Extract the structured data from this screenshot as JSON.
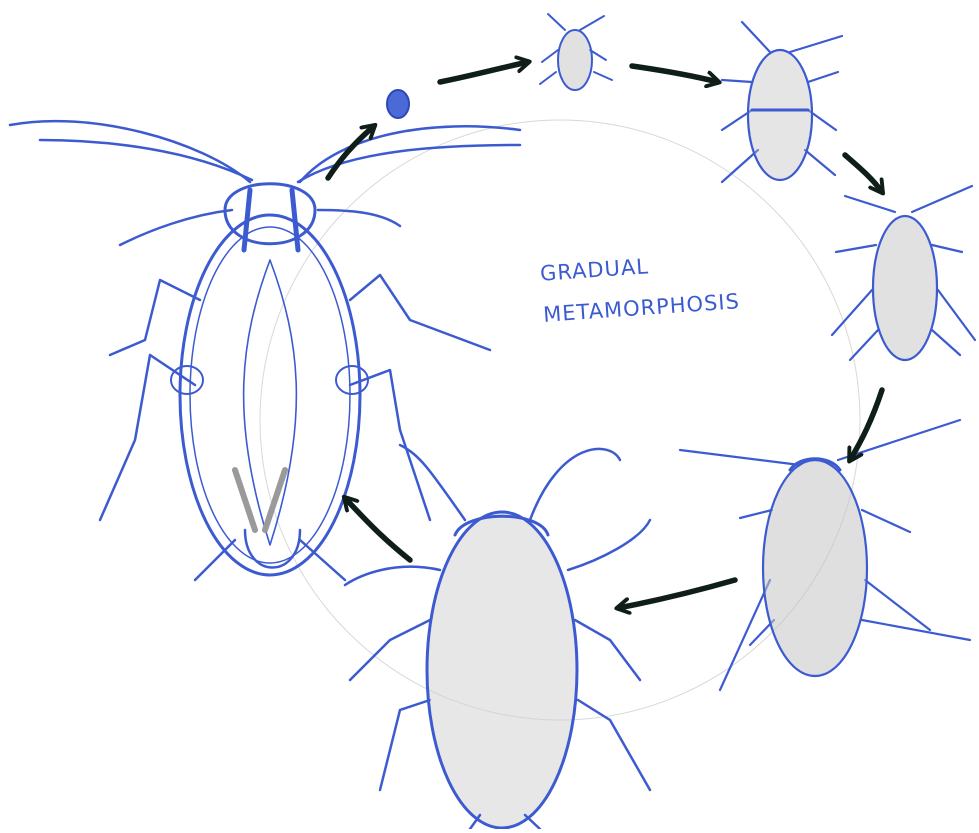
{
  "caption": {
    "line1": "GRADUAL",
    "line2": "METAMORPHOSIS"
  },
  "colors": {
    "ink": "#3d5bd0",
    "arrow": "#0f1f18",
    "shade": "#9a9a9a",
    "paper": "#ffffff"
  },
  "stages": [
    {
      "name": "egg"
    },
    {
      "name": "nymph-1"
    },
    {
      "name": "nymph-2"
    },
    {
      "name": "nymph-3"
    },
    {
      "name": "nymph-4"
    },
    {
      "name": "nymph-5"
    },
    {
      "name": "adult"
    }
  ]
}
